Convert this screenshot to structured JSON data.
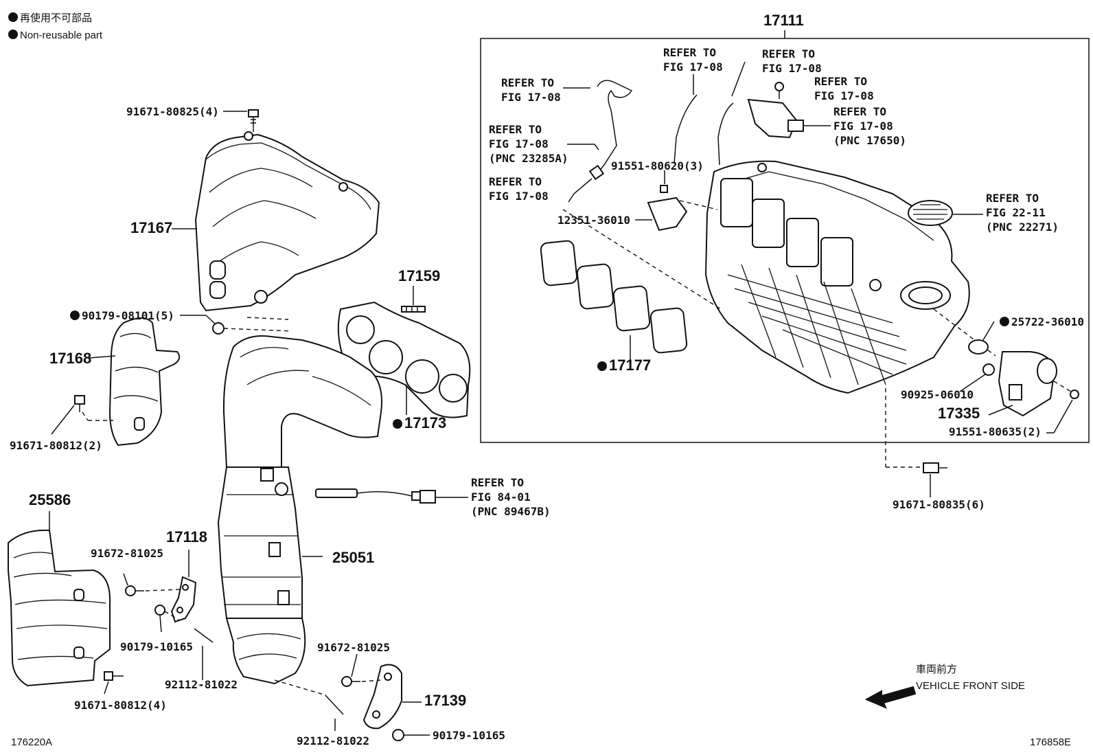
{
  "legend": {
    "jp": "再使用不可部品",
    "en": "Non-reusable part"
  },
  "labels": {
    "p17111": "17111",
    "p17167": "17167",
    "p91671_80825": "91671-80825(4)",
    "p90179_08101": "90179-08101(5)",
    "p17168": "17168",
    "p91671_80812_2": "91671-80812(2)",
    "p17159": "17159",
    "p17173": "17173",
    "p25586": "25586",
    "p17118": "17118",
    "p91672_81025_a": "91672-81025",
    "p90179_10165_a": "90179-10165",
    "p92112_81022_a": "92112-81022",
    "p91671_80812_4": "91671-80812(4)",
    "p25051": "25051",
    "p91672_81025_b": "91672-81025",
    "p17139": "17139",
    "p92112_81022_b": "92112-81022",
    "p90179_10165_b": "90179-10165",
    "p91551_80620": "91551-80620(3)",
    "p12351_36010": "12351-36010",
    "p17177": "17177",
    "p25722_36010": "25722-36010",
    "p90925_06010": "90925-06010",
    "p17335": "17335",
    "p91551_80635": "91551-80635(2)",
    "p91671_80835": "91671-80835(6)"
  },
  "refs": {
    "r1": [
      "REFER TO",
      "FIG 17-08"
    ],
    "r2": [
      "REFER TO",
      "FIG 17-08",
      "(PNC 23285A)"
    ],
    "r3": [
      "REFER TO",
      "FIG 17-08"
    ],
    "r4": [
      "REFER TO",
      "FIG 17-08"
    ],
    "r5": [
      "REFER TO",
      "FIG 17-08"
    ],
    "r6": [
      "REFER TO",
      "FIG 17-08"
    ],
    "r7": [
      "REFER TO",
      "FIG 17-08",
      "(PNC 17650)"
    ],
    "r8": [
      "REFER TO",
      "FIG 22-11",
      "(PNC 22271)"
    ],
    "r9": [
      "REFER TO",
      "FIG 84-01",
      "(PNC 89467B)"
    ]
  },
  "front": {
    "jp": "車両前方",
    "en": "VEHICLE FRONT SIDE"
  },
  "codes": {
    "left": "176220A",
    "right": "176858E"
  }
}
